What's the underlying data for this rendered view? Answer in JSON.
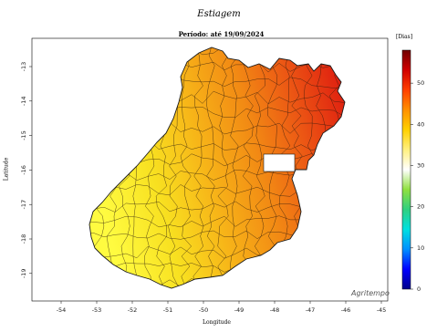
{
  "map": {
    "title": "Estiagem",
    "subtitle": "Período: até 19/09/2024",
    "credit": "Agritempo",
    "xlabel": "Longitude",
    "ylabel": "Latitude",
    "unit": "[Dias]",
    "x_ticks": [
      "-54",
      "-53",
      "-52",
      "-51",
      "-50",
      "-49",
      "-48",
      "-47",
      "-46",
      "-45"
    ],
    "y_ticks": [
      "-13",
      "-14",
      "-15",
      "-16",
      "-17",
      "-18",
      "-19"
    ],
    "colorbar_ticks": [
      "0",
      "10",
      "20",
      "30",
      "40",
      "50"
    ],
    "colorbar_range": [
      0,
      58
    ],
    "colorbar_colors": [
      "#00008b",
      "#0000ff",
      "#0090ff",
      "#00e0e0",
      "#30d080",
      "#90e040",
      "#ffffff",
      "#fff080",
      "#ffd000",
      "#ff9000",
      "#ff4000",
      "#d00000",
      "#700000"
    ],
    "border_color": "#1a1a1a"
  }
}
